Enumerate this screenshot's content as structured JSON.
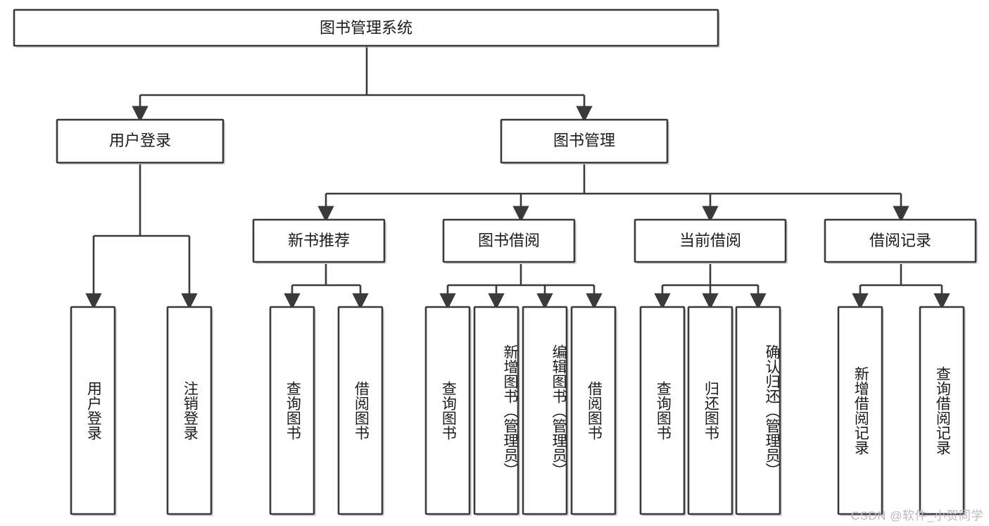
{
  "diagram": {
    "type": "tree-hierarchy",
    "title": "图书管理系统",
    "levels": 4,
    "root": {
      "id": "root",
      "label": "图书管理系统",
      "orientation": "horizontal"
    },
    "level2": [
      {
        "id": "user-login",
        "label": "用户登录",
        "orientation": "horizontal"
      },
      {
        "id": "book-manage",
        "label": "图书管理",
        "orientation": "horizontal"
      }
    ],
    "level3": [
      {
        "id": "new-book-recommend",
        "label": "新书推荐",
        "parent": "book-manage",
        "orientation": "horizontal"
      },
      {
        "id": "book-borrow",
        "label": "图书借阅",
        "parent": "book-manage",
        "orientation": "horizontal"
      },
      {
        "id": "current-borrow",
        "label": "当前借阅",
        "parent": "book-manage",
        "orientation": "horizontal"
      },
      {
        "id": "borrow-record",
        "label": "借阅记录",
        "parent": "book-manage",
        "orientation": "horizontal"
      }
    ],
    "leaves": [
      {
        "id": "leaf-user-login",
        "label": "用户登录",
        "parent": "user-login",
        "orientation": "vertical"
      },
      {
        "id": "leaf-user-logout",
        "label": "注销登录",
        "parent": "user-login",
        "orientation": "vertical"
      },
      {
        "id": "leaf-query-book-1",
        "label": "查询图书",
        "parent": "new-book-recommend",
        "orientation": "vertical"
      },
      {
        "id": "leaf-borrow-book-1",
        "label": "借阅图书",
        "parent": "new-book-recommend",
        "orientation": "vertical"
      },
      {
        "id": "leaf-query-book-2",
        "label": "查询图书",
        "parent": "book-borrow",
        "orientation": "vertical"
      },
      {
        "id": "leaf-add-book",
        "label": "新增图书（管理员）",
        "parent": "book-borrow",
        "orientation": "vertical"
      },
      {
        "id": "leaf-edit-book",
        "label": "编辑图书（管理员）",
        "parent": "book-borrow",
        "orientation": "vertical"
      },
      {
        "id": "leaf-borrow-book-2",
        "label": "借阅图书",
        "parent": "book-borrow",
        "orientation": "vertical"
      },
      {
        "id": "leaf-query-book-3",
        "label": "查询图书",
        "parent": "current-borrow",
        "orientation": "vertical"
      },
      {
        "id": "leaf-return-book",
        "label": "归还图书",
        "parent": "current-borrow",
        "orientation": "vertical"
      },
      {
        "id": "leaf-confirm-return",
        "label": "确认归还（管理员）",
        "parent": "current-borrow",
        "orientation": "vertical"
      },
      {
        "id": "leaf-add-record",
        "label": "新增借阅记录",
        "parent": "borrow-record",
        "orientation": "vertical"
      },
      {
        "id": "leaf-query-record",
        "label": "查询借阅记录",
        "parent": "borrow-record",
        "orientation": "vertical"
      }
    ],
    "watermark": "CSDN @软件_小贺同学",
    "colors": {
      "stroke": "#3a3a3a",
      "fill": "#ffffff",
      "text": "#1b1b1b",
      "watermark": "#b9b9b9",
      "background": "#ffffff"
    }
  }
}
